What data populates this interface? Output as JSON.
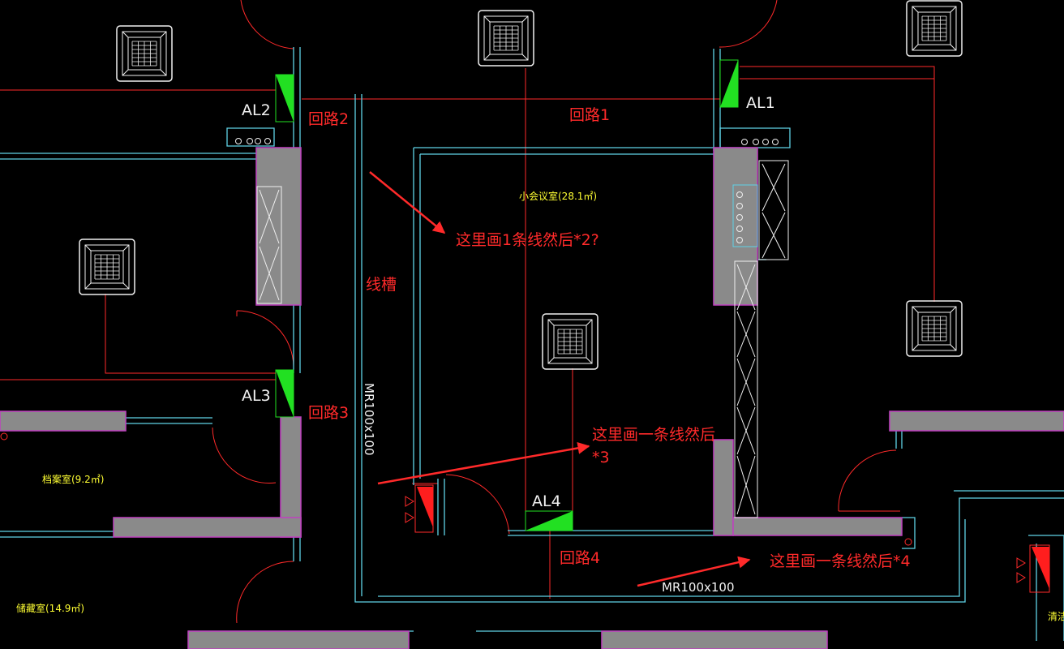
{
  "panels": {
    "al1": "AL1",
    "al2": "AL2",
    "al3": "AL3",
    "al4": "AL4"
  },
  "circuits": {
    "c1": "回路1",
    "c2": "回路2",
    "c3": "回路3",
    "c4": "回路4"
  },
  "trunking": {
    "label": "线槽",
    "spec_vertical": "MR100x100",
    "spec_horizontal": "MR100x100"
  },
  "rooms": {
    "meeting": "小会议室(28.1㎡)",
    "archive": "档案室(9.2㎡)",
    "storage": "储藏室(14.9㎡)",
    "cleaning": "清洁"
  },
  "notes": {
    "note1": "这里画1条线然后*2?",
    "note2_line1": "这里画一条线然后",
    "note2_line2": "*3",
    "note3": "这里画一条线然后*4"
  },
  "colors": {
    "background": "#000000",
    "wall": "#5fd3e6",
    "wall_fill": "#8a8a8a",
    "wall_edge": "#c040c0",
    "wiring": "#ff2a2a",
    "panel_green": "#22e022",
    "panel_red": "#ff1e1e",
    "ac_unit": "#f0f0f0"
  },
  "icons": {
    "ac": "ceiling-cassette-ac-icon",
    "panel": "distribution-panel-icon",
    "hydrant": "fire-hydrant-icon",
    "arrow": "annotation-arrow"
  }
}
